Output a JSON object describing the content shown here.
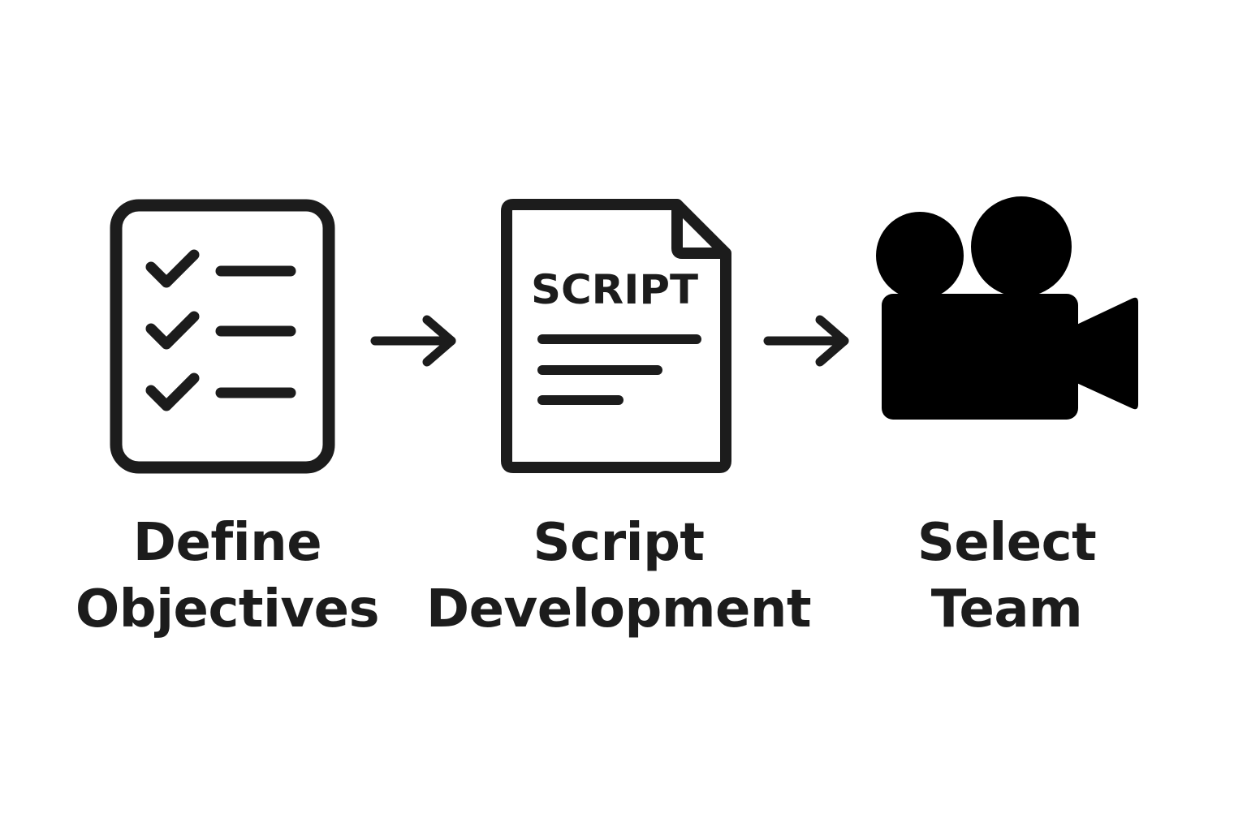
{
  "steps": [
    {
      "icon": "checklist-icon",
      "label_line1": "Define",
      "label_line2": "Objectives"
    },
    {
      "icon": "script-document-icon",
      "document_text": "SCRIPT",
      "label_line1": "Script",
      "label_line2": "Development"
    },
    {
      "icon": "video-camera-icon",
      "label_line1": "Select",
      "label_line2": "Team"
    }
  ],
  "colors": {
    "ink": "#1c1c1c",
    "background": "#ffffff"
  }
}
